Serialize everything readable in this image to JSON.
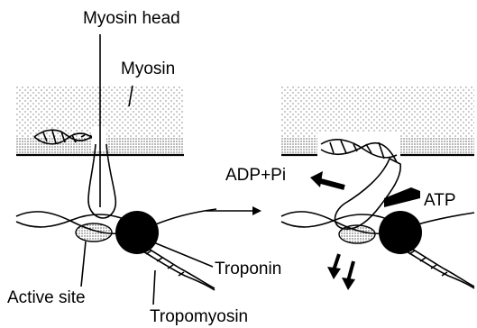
{
  "labels": {
    "myosin_head": "Myosin head",
    "myosin": "Myosin",
    "adp_pi": "ADP+Pi",
    "atp": "ATP",
    "troponin": "Troponin",
    "active_site": "Active site",
    "tropomyosin": "Tropomyosin"
  },
  "colors": {
    "ink": "#000000",
    "background": "#ffffff"
  }
}
